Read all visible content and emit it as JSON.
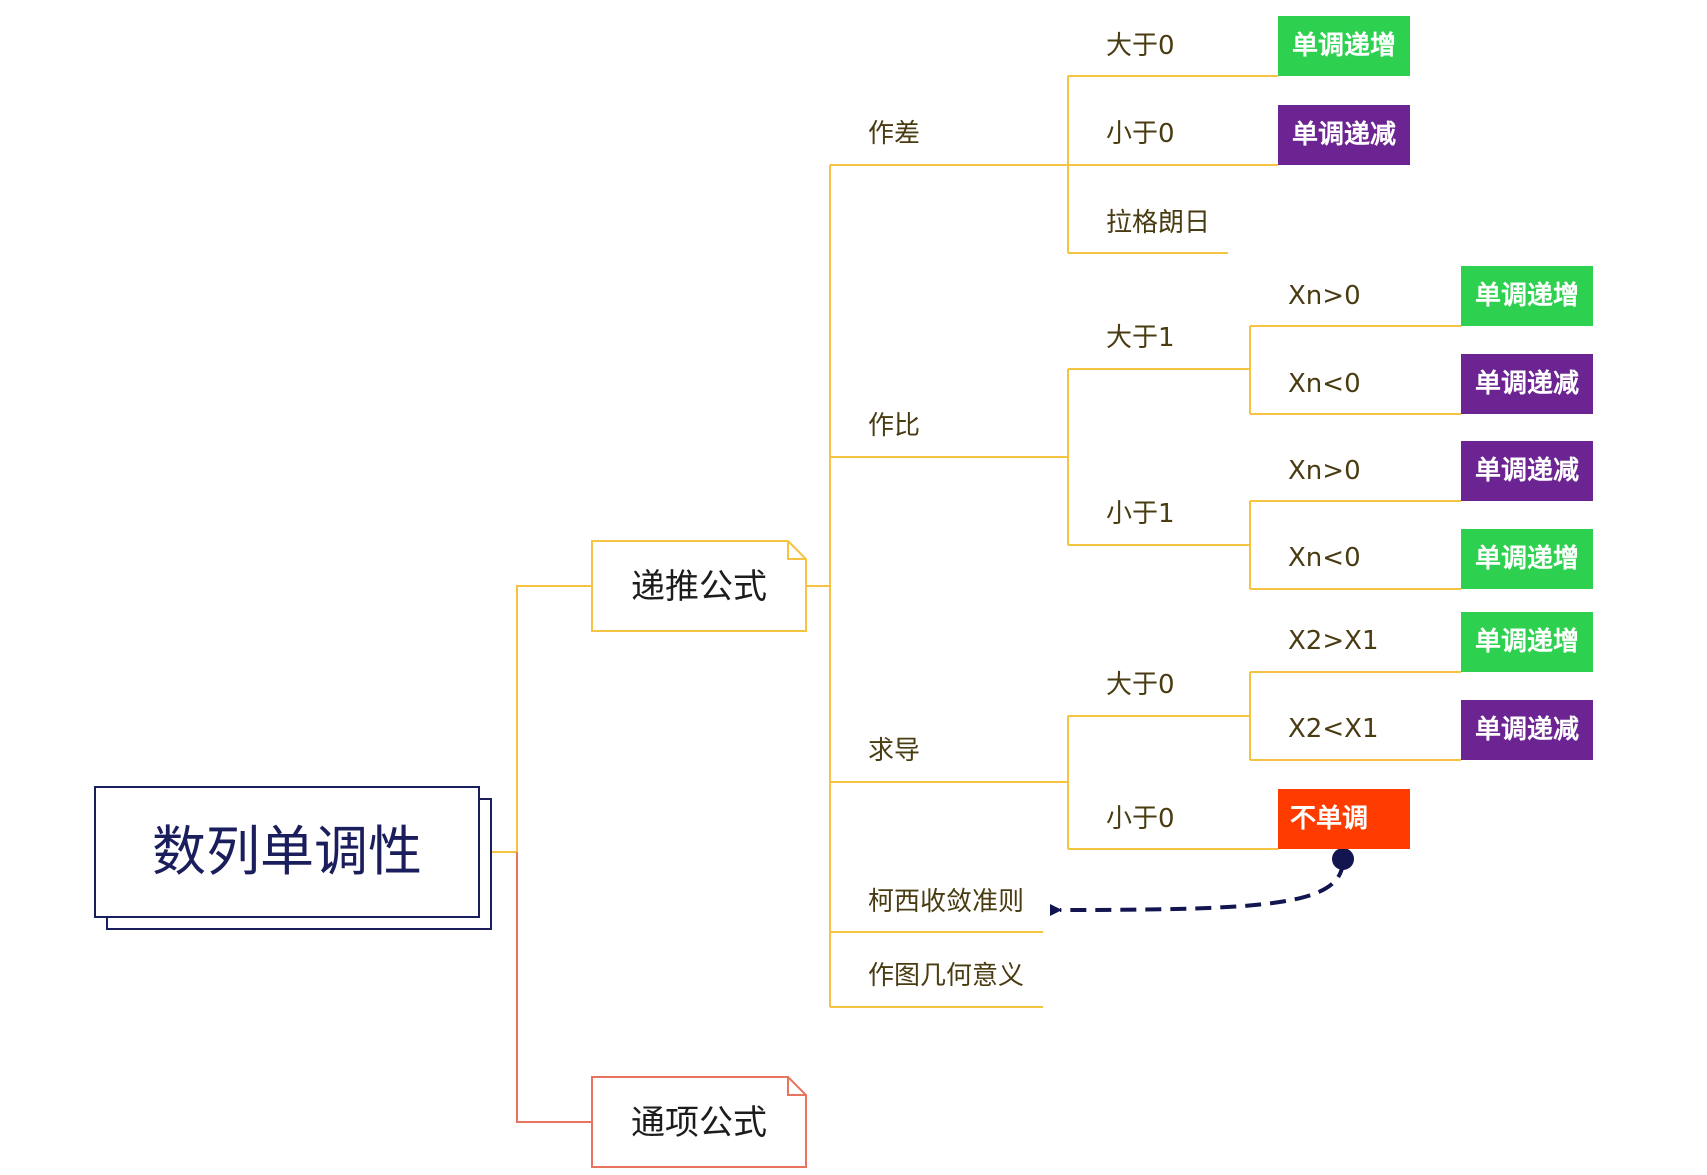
{
  "root": {
    "label": "数列单调性"
  },
  "branch_recursive": {
    "label": "递推公式"
  },
  "branch_general": {
    "label": "通项公式"
  },
  "methods": {
    "diff": "作差",
    "ratio": "作比",
    "derivative": "求导",
    "cauchy": "柯西收敛准则",
    "geometric": "作图几何意义"
  },
  "diff_children": {
    "gt0": "大于0",
    "lt0": "小于0",
    "lagrange": "拉格朗日"
  },
  "ratio_children": {
    "gt1": "大于1",
    "lt1": "小于1",
    "gt1_xn_pos": "Xn>0",
    "gt1_xn_neg": "Xn<0",
    "lt1_xn_pos": "Xn>0",
    "lt1_xn_neg": "Xn<0"
  },
  "deriv_children": {
    "gt0": "大于0",
    "lt0": "小于0",
    "x2_gt_x1": "X2>X1",
    "x2_lt_x1": "X2<X1"
  },
  "results": {
    "inc": "单调递增",
    "dec": "单调递减",
    "not_mono": "不单调"
  },
  "colors": {
    "increasing": "#2ed14f",
    "decreasing": "#6b2492",
    "not_monotonic": "#ff3c00",
    "branch_line": "#f5c242",
    "general_line": "#e8735f",
    "root_border": "#1a1e5c"
  }
}
